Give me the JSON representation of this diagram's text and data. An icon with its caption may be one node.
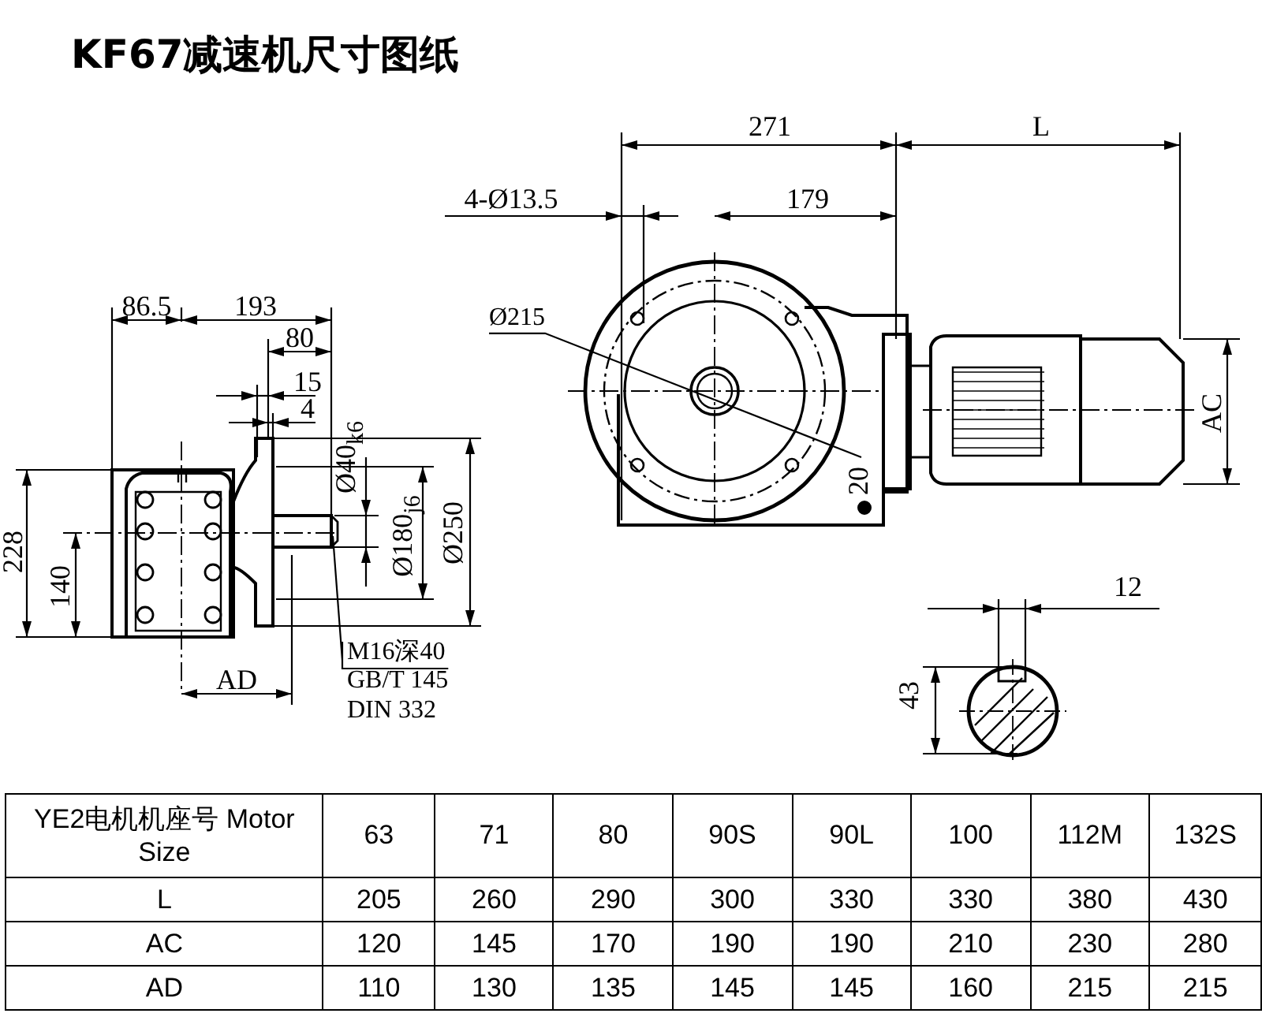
{
  "diagram": {
    "title": "KF67减速机尺寸图纸",
    "nodes": [
      {
        "text": [
          "Ø215"
        ]
      },
      {
        "text": [
          "M16深40",
          "GB/T 145",
          "DIN 332"
        ]
      }
    ],
    "edges": [
      {
        "from": 0,
        "to": null,
        "arrow": "none"
      },
      {
        "from": 1,
        "to": null,
        "arrow": "none"
      }
    ],
    "labels": [
      "271",
      "L",
      "4-Ø13.5",
      "179",
      "86.5",
      "193",
      "80",
      "15",
      "4",
      "Ø40$_{k6}$",
      "AC",
      "20",
      "Ø180$_{j6}$",
      "Ø250",
      "228",
      "140",
      "12",
      "43",
      "AD",
      "YE2电机机座号 Motor Size",
      "63",
      "71",
      "80",
      "90S",
      "90L",
      "100",
      "112M",
      "132S",
      "L",
      "205",
      "260",
      "290",
      "300",
      "330",
      "330",
      "380",
      "430",
      "AC",
      "120",
      "145",
      "170",
      "190",
      "190",
      "210",
      "230",
      "280",
      "AD",
      "110",
      "130",
      "135",
      "145",
      "145",
      "160",
      "215",
      "215"
    ]
  }
}
